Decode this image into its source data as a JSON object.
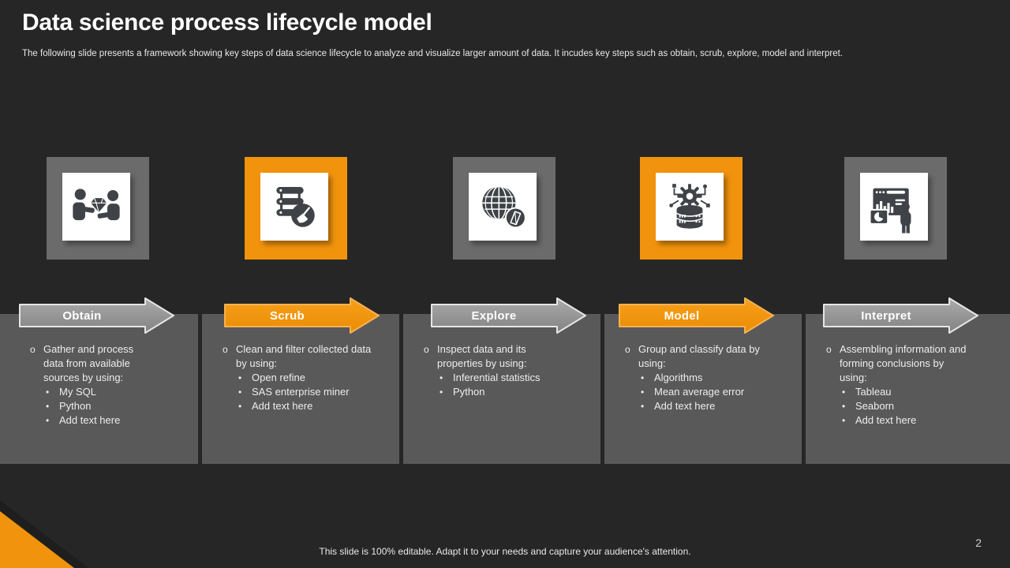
{
  "slide": {
    "title": "Data science process lifecycle model",
    "subtitle": "The following slide presents a framework showing key steps of data science lifecycle to analyze and visualize larger amount of data. It incudes key steps such as obtain, scrub, explore, model and interpret.",
    "footer": "This slide is 100% editable. Adapt it to your needs and capture your audience's attention.",
    "page_number": "2"
  },
  "colors": {
    "background": "#262626",
    "panel_gray": "#595959",
    "accent_orange": "#F2930D",
    "arrow_gray": "#8C8C8C",
    "icon_glyph": "#3F4347",
    "text": "#FFFFFF"
  },
  "bullet_markers": {
    "main": "o",
    "sub": "•"
  },
  "steps": [
    {
      "label": "Obtain",
      "accent": "gray",
      "icon": "handshake-data-exchange-icon",
      "description": "Gather and process data from available sources by using:",
      "tools": [
        "My SQL",
        "Python",
        "Add text here"
      ]
    },
    {
      "label": "Scrub",
      "accent": "orange",
      "icon": "database-clean-broom-icon",
      "description": "Clean and filter collected data by using:",
      "tools": [
        "Open refine",
        "SAS enterprise miner",
        "Add text here"
      ]
    },
    {
      "label": "Explore",
      "accent": "gray",
      "icon": "globe-compass-icon",
      "description": "Inspect data and its properties by using:",
      "tools": [
        "Inferential statistics",
        "Python"
      ]
    },
    {
      "label": "Model",
      "accent": "orange",
      "icon": "database-gear-icon",
      "description": "Group and classify data by using:",
      "tools": [
        "Algorithms",
        "Mean average error",
        "Add text here"
      ]
    },
    {
      "label": "Interpret",
      "accent": "gray",
      "icon": "dashboard-presenter-icon",
      "description": "Assembling information and forming conclusions by using:",
      "tools": [
        "Tableau",
        "Seaborn",
        "Add text here"
      ]
    }
  ]
}
